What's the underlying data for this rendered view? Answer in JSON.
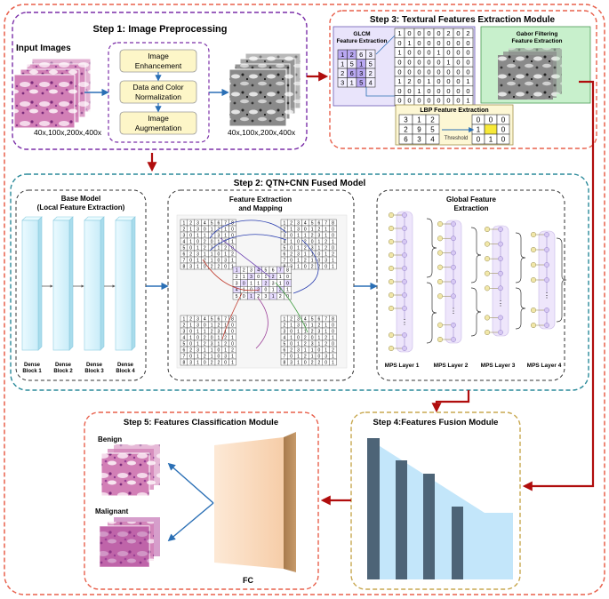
{
  "step1": {
    "title": "Step 1: Image Preprocessing",
    "input_label": "Input Images",
    "mag_in": "40x,100x,200x,400x",
    "mag_out": "40x,100x,200x,400x",
    "boxes": [
      {
        "line1": "Image",
        "line2": "Enhancement"
      },
      {
        "line1": "Data and Color",
        "line2": "Normalization"
      },
      {
        "line1": "Image",
        "line2": "Augmentation"
      }
    ]
  },
  "step3": {
    "title": "Step 3: Textural Features Extraction Module",
    "glcm_line1": "GLCM",
    "glcm_line2": "Feature Extraction",
    "glcm_small": [
      [
        1,
        2,
        6,
        3
      ],
      [
        1,
        5,
        1,
        5
      ],
      [
        2,
        6,
        3,
        2
      ],
      [
        3,
        1,
        5,
        4
      ]
    ],
    "glcm_big": [
      [
        1,
        0,
        0,
        0,
        0,
        2,
        0,
        2
      ],
      [
        0,
        1,
        0,
        0,
        0,
        0,
        0,
        0
      ],
      [
        1,
        0,
        0,
        0,
        1,
        0,
        0,
        0
      ],
      [
        0,
        0,
        0,
        0,
        0,
        1,
        0,
        0
      ],
      [
        0,
        0,
        0,
        0,
        0,
        0,
        0,
        0
      ],
      [
        1,
        2,
        0,
        1,
        0,
        0,
        0,
        1
      ],
      [
        0,
        0,
        1,
        0,
        0,
        0,
        0,
        0
      ],
      [
        0,
        0,
        0,
        0,
        0,
        0,
        0,
        1
      ]
    ],
    "gabor_line1": "Gabor Filtering",
    "gabor_line2": "Feature Extraction",
    "lbp_title": "LBP Feature Extraction",
    "lbp_in": [
      [
        3,
        1,
        2
      ],
      [
        2,
        9,
        5
      ],
      [
        6,
        3,
        4
      ]
    ],
    "lbp_out": [
      [
        "0",
        "0",
        "0"
      ],
      [
        "1",
        "",
        "0"
      ],
      [
        "0",
        "1",
        "0"
      ]
    ],
    "threshold": "Threshold"
  },
  "step2": {
    "title": "Step 2: QTN+CNN Fused Model",
    "base_line1": "Base Model",
    "base_line2": "(Local Feature Extraction)",
    "dense_blocks": [
      {
        "line1": "Dense",
        "line2": "Block 1"
      },
      {
        "line1": "Dense",
        "line2": "Block 2"
      },
      {
        "line1": "Dense",
        "line2": "Block 3"
      },
      {
        "line1": "Dense",
        "line2": "Block 4"
      }
    ],
    "fem_line1": "Feature Extraction",
    "fem_line2": "and Mapping",
    "gfe_line1": "Global Feature",
    "gfe_line2": "Extraction",
    "mps_layers": [
      "MPS Layer 1",
      "MPS Layer 2",
      "MPS Layer 3",
      "MPS Layer 4"
    ]
  },
  "step4": {
    "title": "Step 4:Features Fusion Module"
  },
  "step5": {
    "title": "Step 5: Features Classification Module",
    "benign": "Benign",
    "malignant": "Malignant",
    "fc": "FC"
  },
  "colors": {
    "outer_border": "#e8604c",
    "step1_border": "#7b2fa8",
    "step2_border": "#2a8a9a",
    "arrow_red": "#b00d0d",
    "arrow_blue": "#2a6fb5",
    "yellow_box": "#fdf6c8",
    "dense_block": "#d6f1fb",
    "glcm_box": "#e9e4fb",
    "gabor_box": "#c8f0cc",
    "lbp_box": "#fdf7d4",
    "fusion_bar": "#4d6477",
    "fusion_bg": "#c3e6fa",
    "fc_front": "#fbe0c8",
    "fc_side": "#b98c5c",
    "tissue_pink": "#c46aa6"
  }
}
